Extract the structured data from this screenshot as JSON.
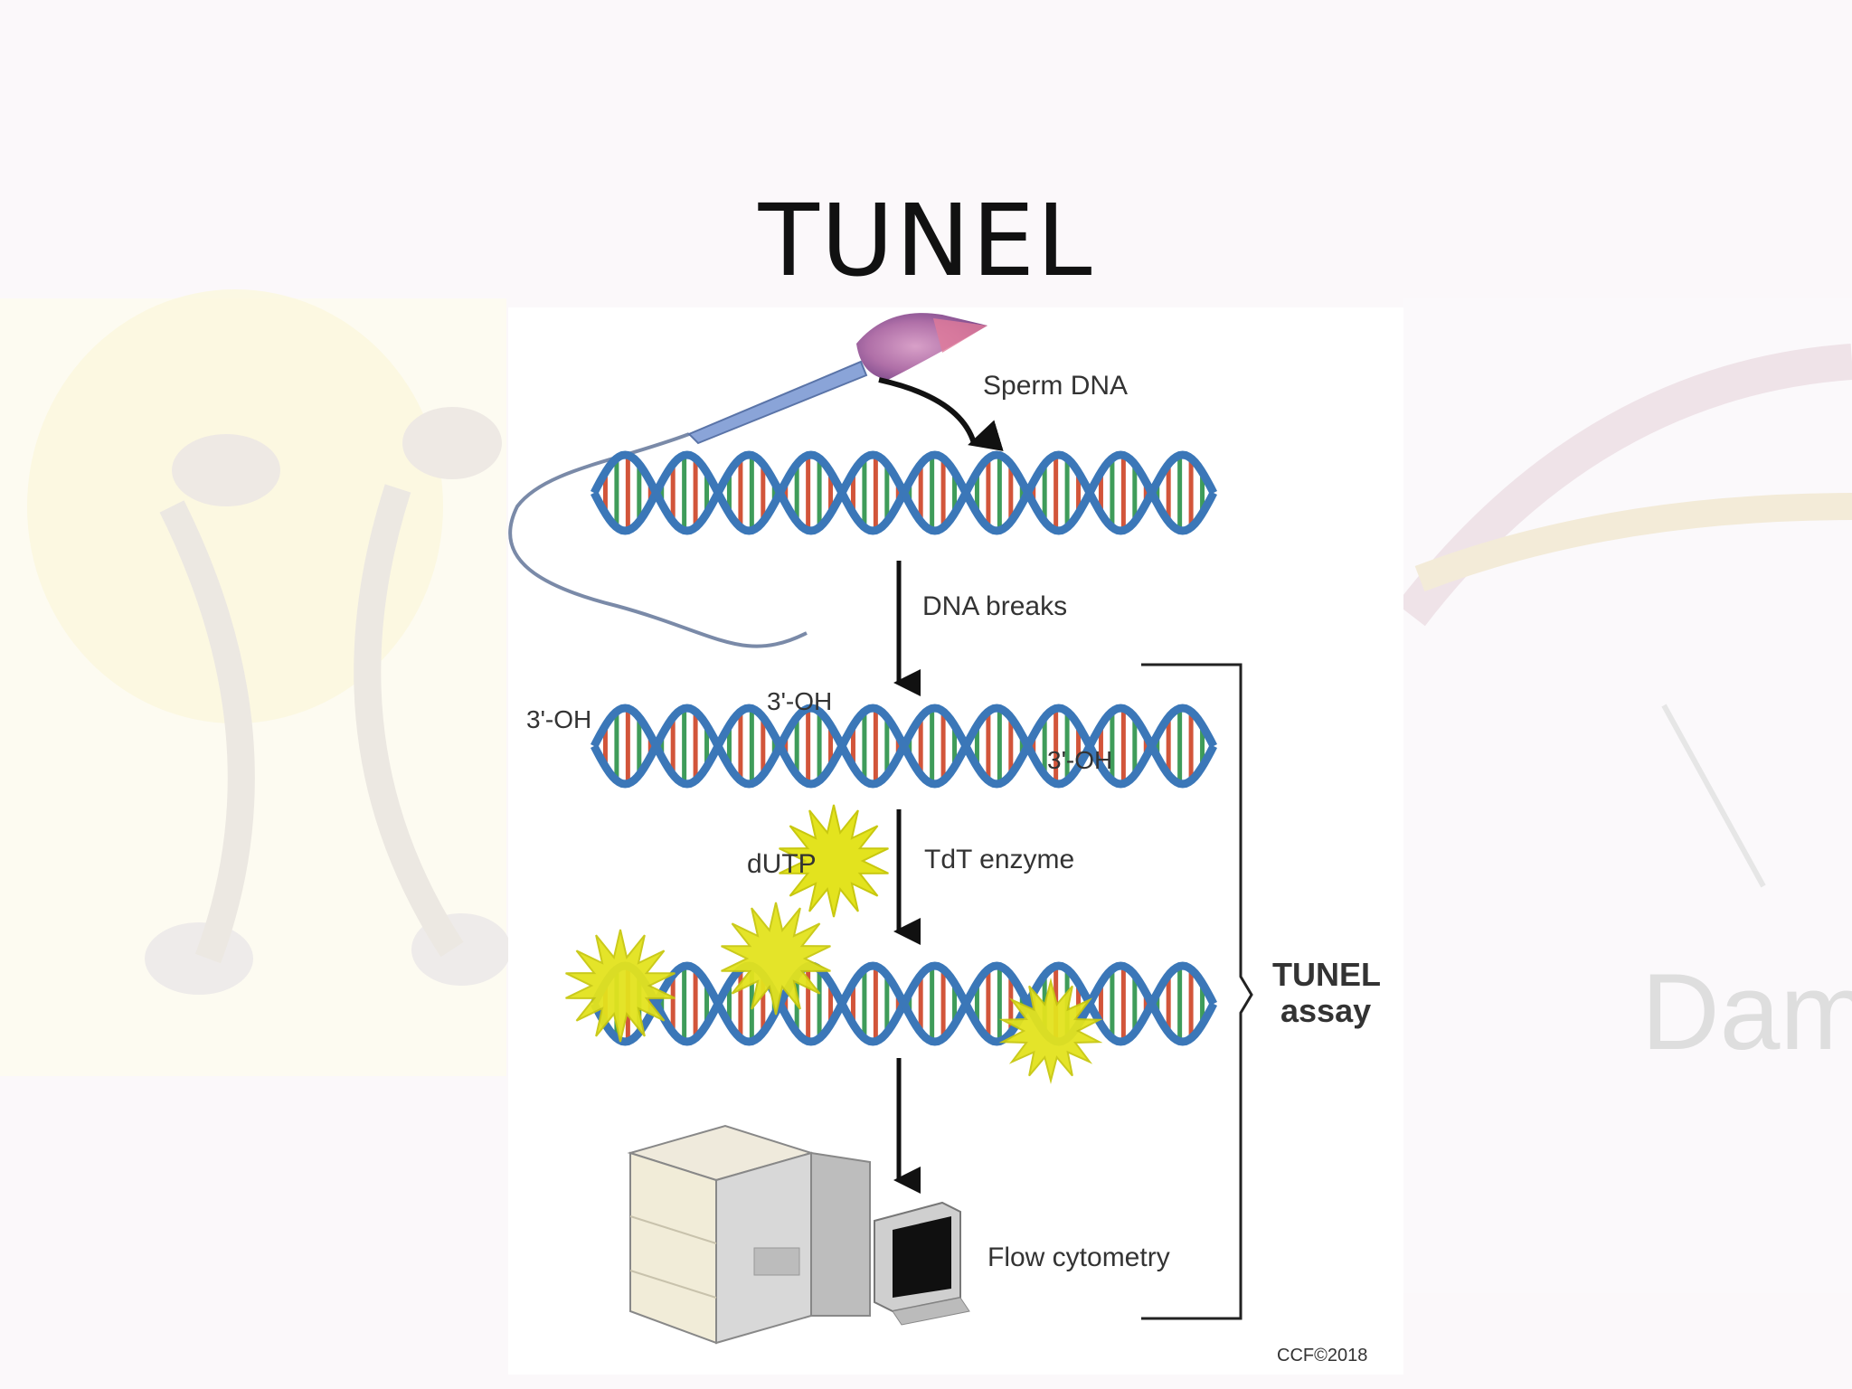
{
  "slide": {
    "title": "TUNEL"
  },
  "figure": {
    "labels": {
      "sperm_dna": "Sperm DNA",
      "dna_breaks": "DNA breaks",
      "oh_left": "3'-OH",
      "oh_middle": "3'-OH",
      "oh_right": "3'-OH",
      "dutp": "dUTP",
      "tdt_enzyme": "TdT enzyme",
      "tunel": "TUNEL",
      "assay": "assay",
      "flow_cytometry": "Flow cytometry",
      "credit": "CCF©2018"
    },
    "background_text": "Dam"
  },
  "colors": {
    "helix_backbone": "#3b77b8",
    "strand_red": "#d2553a",
    "strand_green": "#3f9c5a",
    "starburst": "#e3e31e",
    "arrow": "#111111"
  }
}
